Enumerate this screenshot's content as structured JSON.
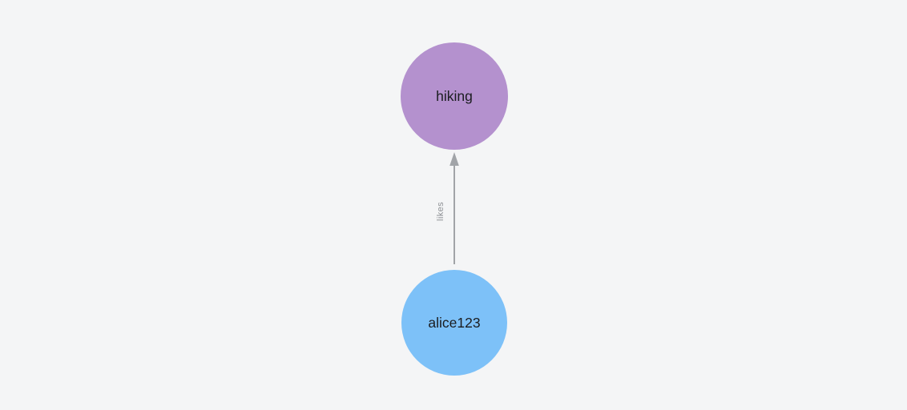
{
  "canvas": {
    "background": "#f4f5f6"
  },
  "graph": {
    "nodes": [
      {
        "id": "hiking",
        "label": "hiking",
        "color": "#b491ce"
      },
      {
        "id": "alice123",
        "label": "alice123",
        "color": "#7dc1f8"
      }
    ],
    "edges": [
      {
        "from": "alice123",
        "to": "hiking",
        "label": "likes",
        "color": "#a1a4a8"
      }
    ]
  }
}
